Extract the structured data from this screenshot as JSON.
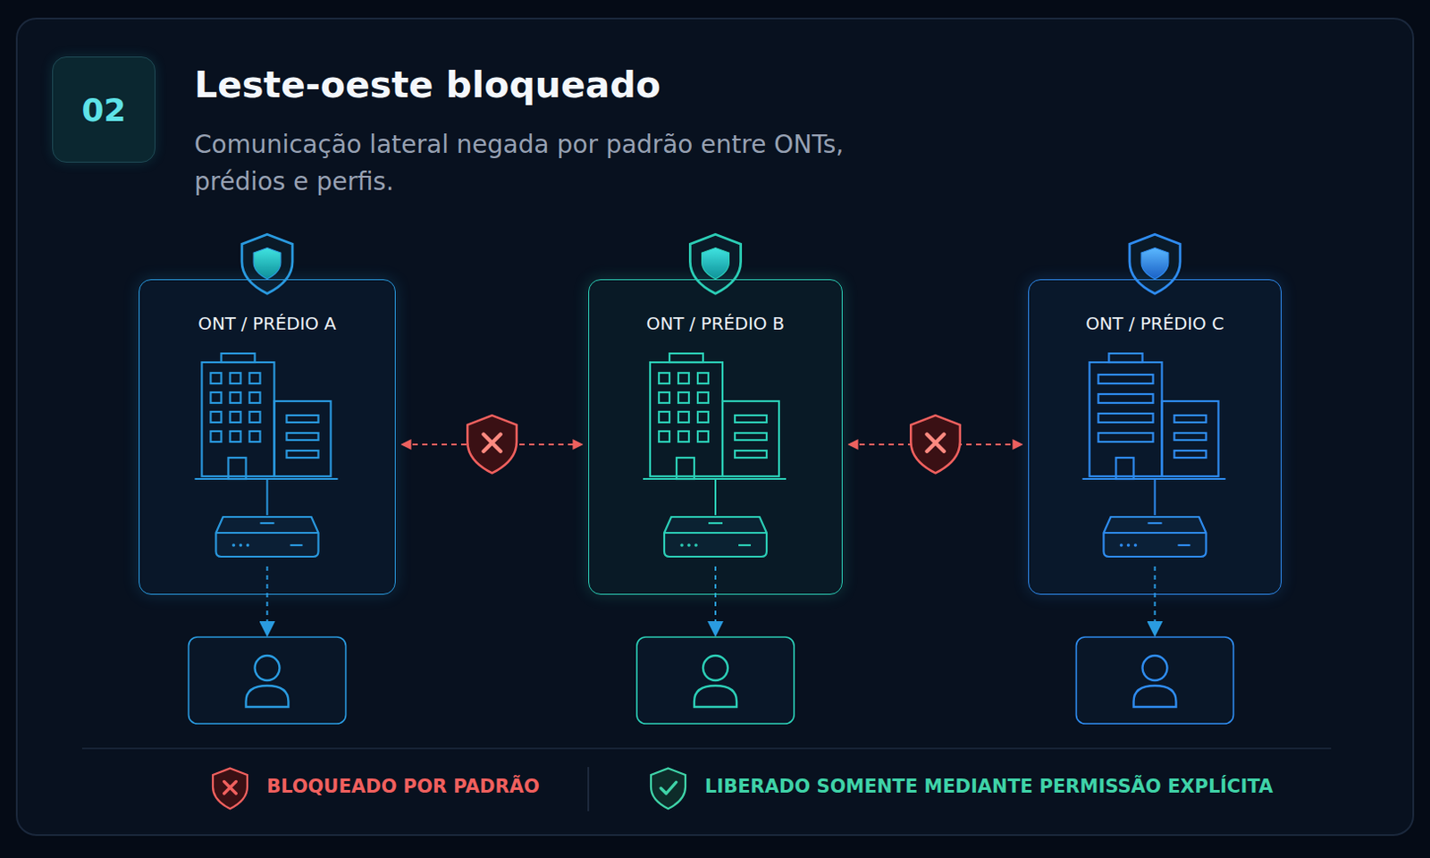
{
  "diagram": {
    "title": "Leste-oeste bloqueado",
    "caption": "Comunicação lateral negada por padrão entre ONTs, prédios e perfis.",
    "nodes": [
      {
        "text": [
          "02"
        ]
      },
      {
        "text": [
          "ONT / PRÉDIO A"
        ]
      },
      {
        "text": [
          "ONT / PRÉDIO B"
        ]
      },
      {
        "text": [
          "ONT / PRÉDIO C"
        ]
      }
    ],
    "edges": [
      {
        "from": 1,
        "to": 2,
        "arrow": "both"
      },
      {
        "from": 2,
        "to": 3,
        "arrow": "both"
      }
    ],
    "legend": [
      {
        "text": "BLOQUEADO POR PADRÃO"
      },
      {
        "text": "LIBERADO SOMENTE MEDIANTE PERMISSÃO EXPLÍCITA"
      }
    ]
  }
}
